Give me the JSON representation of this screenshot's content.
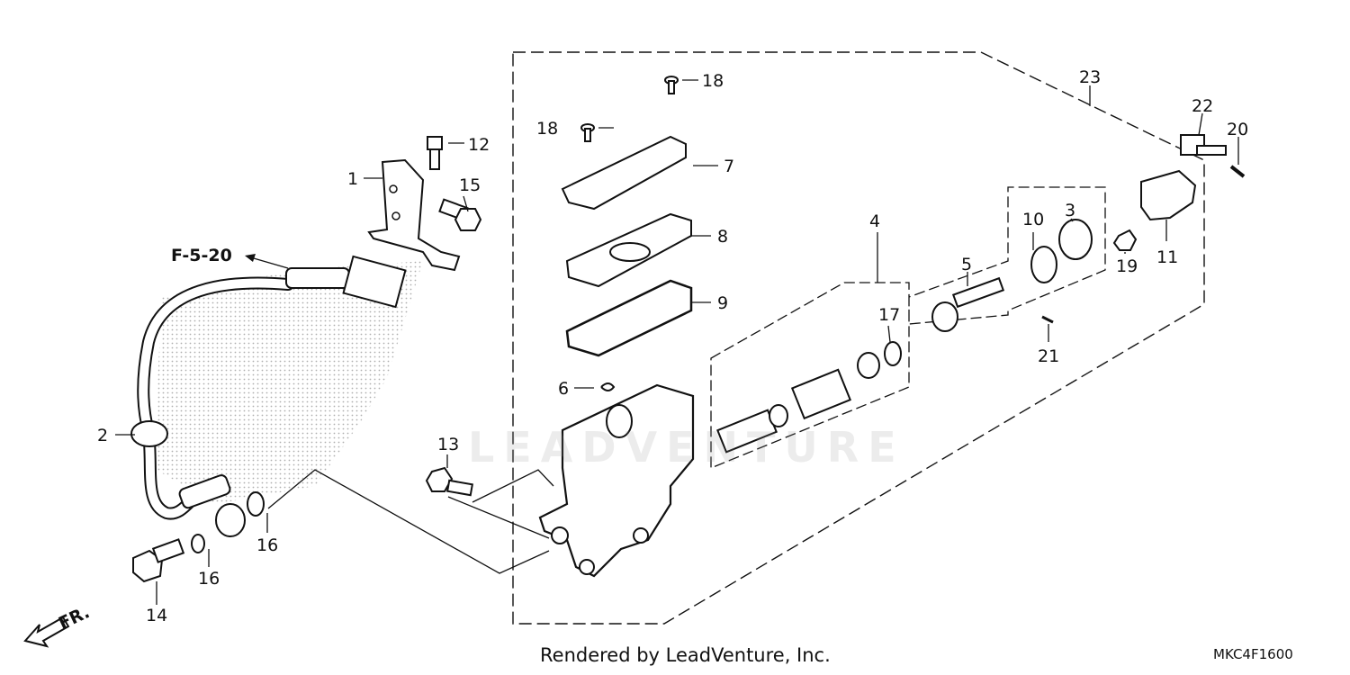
{
  "diagram": {
    "callouts": [
      "1",
      "2",
      "3",
      "4",
      "5",
      "6",
      "7",
      "8",
      "9",
      "10",
      "11",
      "12",
      "13",
      "14",
      "15",
      "16",
      "16",
      "17",
      "18",
      "18",
      "19",
      "20",
      "21",
      "22",
      "23"
    ],
    "reference_label": "F-5-20",
    "direction_label": "FR."
  },
  "watermark": "LEADVENTURE",
  "footer": {
    "credit": "Rendered by LeadVenture, Inc.",
    "code": "MKC4F1600"
  },
  "colors": {
    "line": "#111111",
    "stipple": "#bdbdbd",
    "background": "#ffffff"
  }
}
